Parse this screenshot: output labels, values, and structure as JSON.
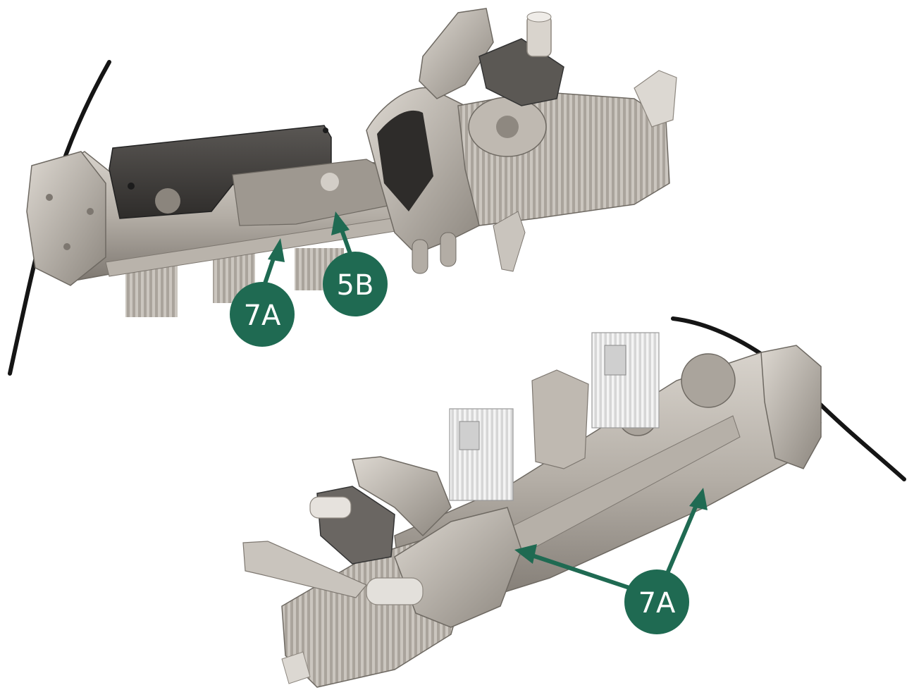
{
  "colors": {
    "callout": "#1f6a52",
    "callout_text": "#ffffff",
    "metal_light": "#cfcac3",
    "metal_mid": "#a9a39b",
    "metal_dark": "#6e6962",
    "plate_dark": "#3c3a38",
    "fin_light": "#e6e6e6",
    "tube": "#151515"
  },
  "callouts": [
    {
      "id": "top-7a",
      "label": "7A"
    },
    {
      "id": "top-5b",
      "label": "5B"
    },
    {
      "id": "bottom-7a",
      "label": "7A"
    }
  ]
}
